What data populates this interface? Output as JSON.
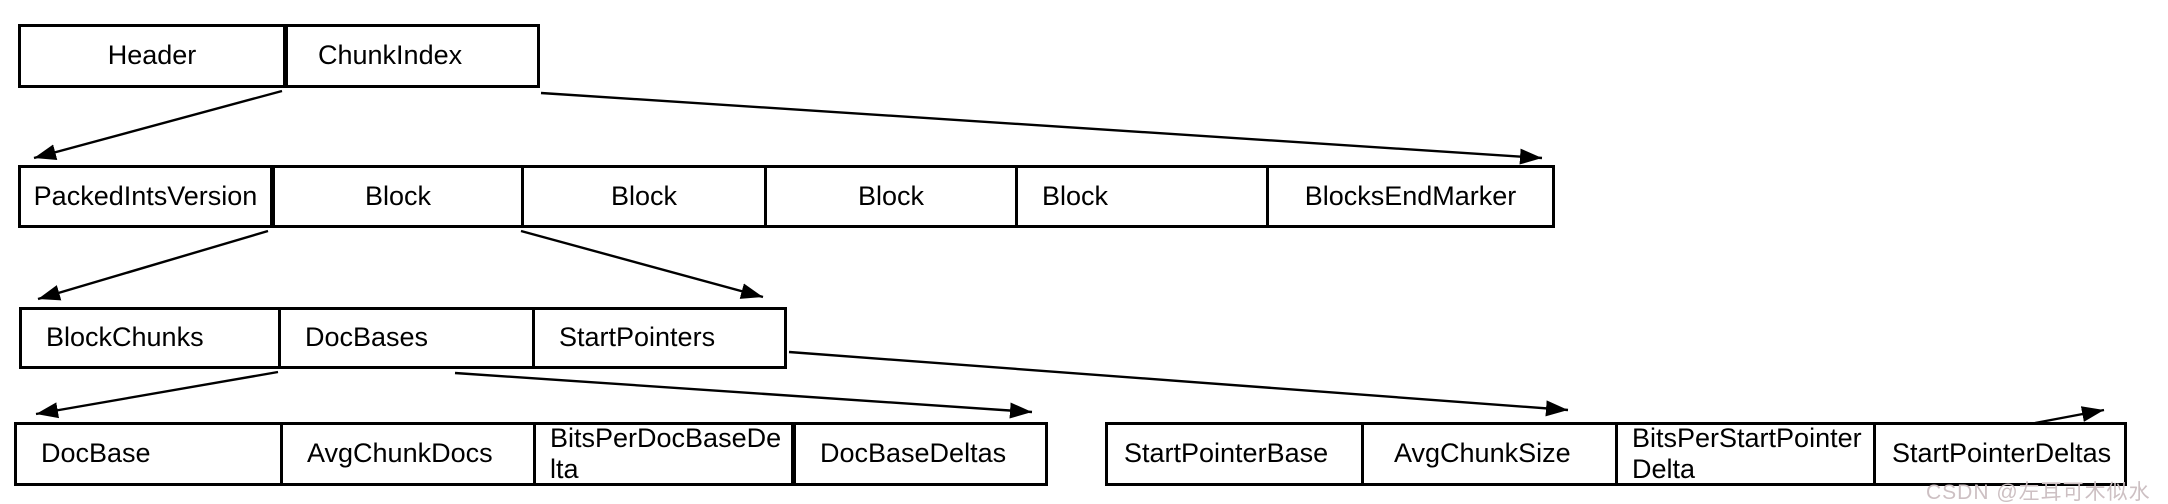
{
  "diagram": {
    "rows": [
      {
        "name": "top",
        "cells": [
          "Header",
          "ChunkIndex"
        ]
      },
      {
        "name": "chunk-index",
        "cells": [
          "PackedIntsVersion",
          "Block",
          "Block",
          "Block",
          "Block",
          "BlocksEndMarker"
        ]
      },
      {
        "name": "block",
        "cells": [
          "BlockChunks",
          "DocBases",
          "StartPointers"
        ]
      },
      {
        "name": "doc-bases",
        "cells": [
          "DocBase",
          "AvgChunkDocs",
          "BitsPerDocBaseDelta",
          "DocBaseDeltas"
        ]
      },
      {
        "name": "start-pointers",
        "cells": [
          "StartPointerBase",
          "AvgChunkSize",
          "BitsPerStartPointerDelta",
          "StartPointerDeltas"
        ]
      }
    ],
    "arrows": [
      {
        "from": "ChunkIndex",
        "to": "PackedIntsVersion"
      },
      {
        "from": "ChunkIndex",
        "to": "BlocksEndMarker"
      },
      {
        "from": "Block",
        "to": "BlockChunks"
      },
      {
        "from": "Block",
        "to": "StartPointers"
      },
      {
        "from": "DocBases",
        "to": "DocBase"
      },
      {
        "from": "DocBases",
        "to": "DocBaseDeltas"
      },
      {
        "from": "StartPointers",
        "to": "AvgChunkSize"
      },
      {
        "from": "StartPointers",
        "to": "StartPointerDeltas"
      }
    ]
  },
  "watermark": {
    "text": "CSDN @左耳可木似水",
    "color": "#cdc0c3"
  },
  "colors": {
    "background": "#ffffff",
    "box_border": "#000000",
    "text": "#000000"
  }
}
